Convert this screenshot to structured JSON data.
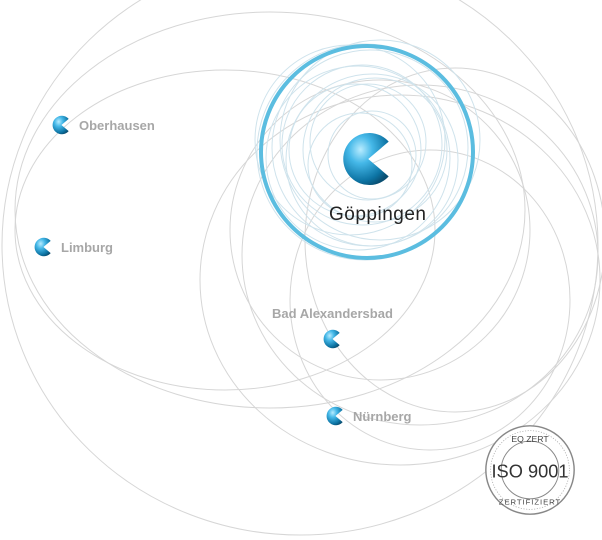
{
  "locations": {
    "goeppingen": {
      "label": "Göppingen",
      "icon": "company-logo-icon"
    },
    "oberhausen": {
      "label": "Oberhausen",
      "icon": "company-logo-icon"
    },
    "limburg": {
      "label": "Limburg",
      "icon": "company-logo-icon"
    },
    "bad_alexandersbad": {
      "label": "Bad Alexandersbad",
      "icon": "company-logo-icon"
    },
    "nuernberg": {
      "label": "Nürnberg",
      "icon": "company-logo-icon"
    }
  },
  "certification": {
    "top": "EQ ZERT",
    "main": "ISO 9001",
    "bottom": "ZERTIFIZIERT",
    "icon": "certification-seal-icon"
  },
  "colors": {
    "accent": "#5bbde0",
    "ring": "#d4d4d4",
    "logo_light": "#6fd0f3",
    "logo_dark": "#0c6d9a",
    "label": "#a7a7a7",
    "main_label": "#222222"
  }
}
